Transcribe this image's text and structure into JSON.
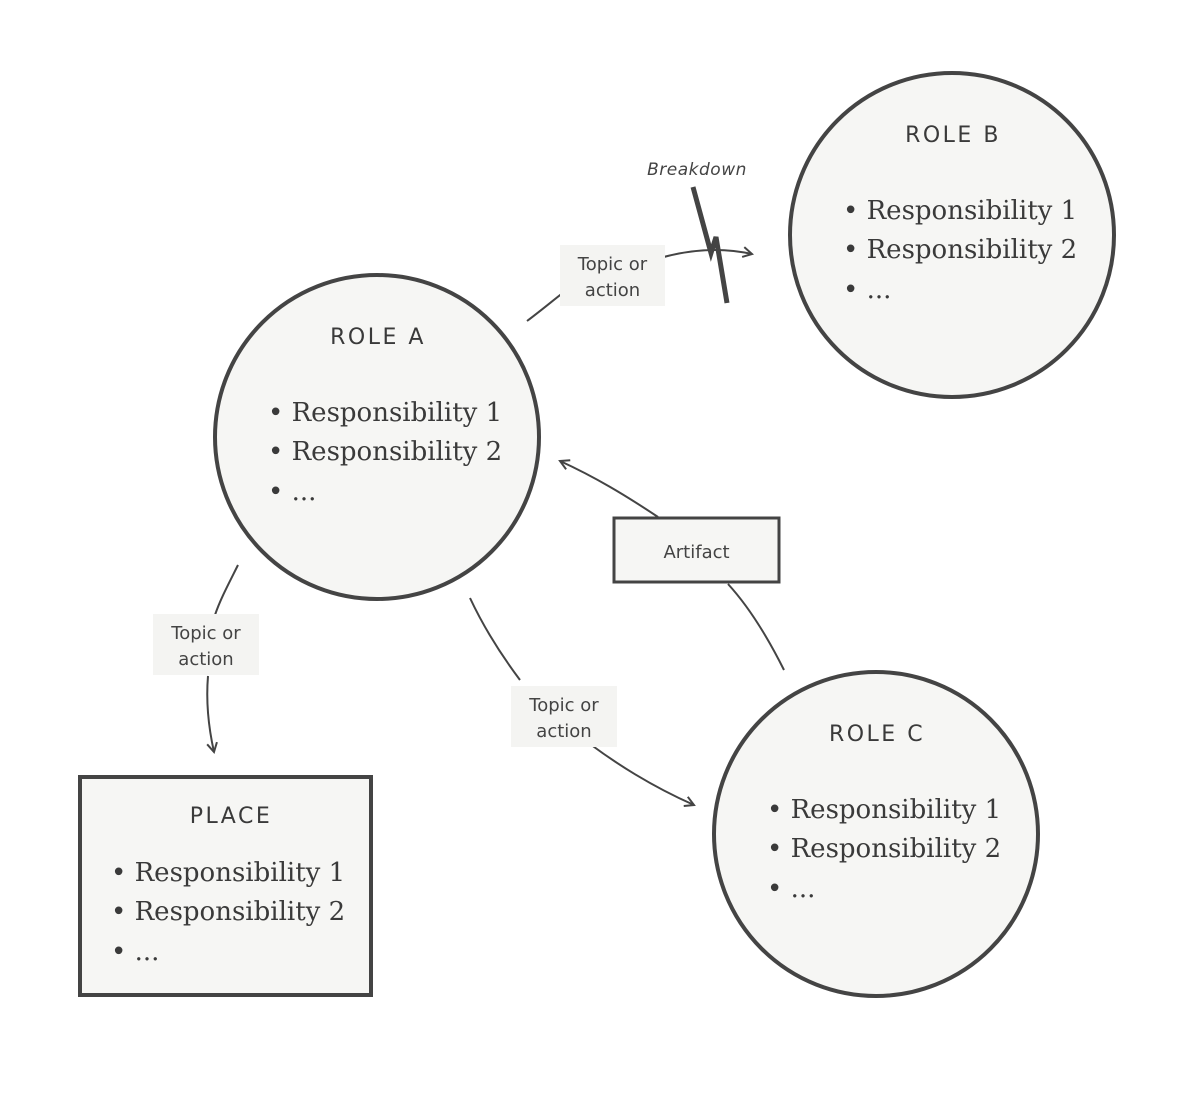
{
  "nodes": {
    "role_a": {
      "title": "ROLE A",
      "items": [
        "• Responsibility 1",
        "• Responsibility 2",
        "• ..."
      ]
    },
    "role_b": {
      "title": "ROLE B",
      "items": [
        "• Responsibility 1",
        "• Responsibility 2",
        "• ..."
      ]
    },
    "role_c": {
      "title": "ROLE C",
      "items": [
        "• Responsibility 1",
        "• Responsibility 2",
        "• ..."
      ]
    },
    "place": {
      "title": "PLACE",
      "items": [
        "• Responsibility 1",
        "• Responsibility 2",
        "• ..."
      ]
    }
  },
  "edges": {
    "a_to_b": {
      "label_line1": "Topic or",
      "label_line2": "action",
      "breakdown": "Breakdown"
    },
    "a_to_place": {
      "label_line1": "Topic or",
      "label_line2": "action"
    },
    "a_to_c": {
      "label_line1": "Topic or",
      "label_line2": "action"
    },
    "c_to_a": {
      "artifact": "Artifact"
    }
  },
  "colors": {
    "line": "#444444",
    "node_fill": "#f6f6f4",
    "label_bg": "#f4f4f2",
    "text": "#3a3a3a"
  }
}
